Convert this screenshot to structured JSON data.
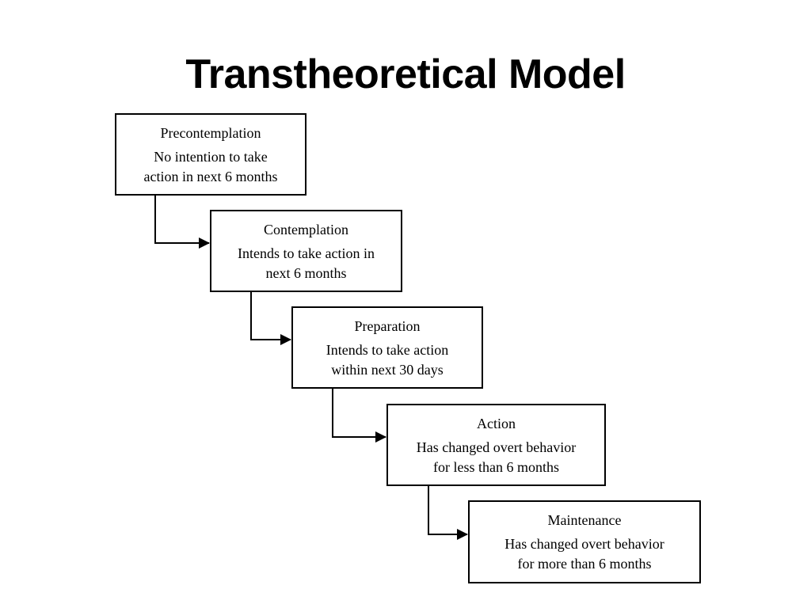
{
  "slide": {
    "title": "Transtheoretical Model"
  },
  "stages": [
    {
      "name": "Precontemplation",
      "desc_line1": "No intention to take",
      "desc_line2": "action in next 6 months"
    },
    {
      "name": "Contemplation",
      "desc_line1": "Intends to take action in",
      "desc_line2": "next 6 months"
    },
    {
      "name": "Preparation",
      "desc_line1": "Intends to take action",
      "desc_line2": "within next 30 days"
    },
    {
      "name": "Action",
      "desc_line1": "Has changed overt behavior",
      "desc_line2": "for less than 6 months"
    },
    {
      "name": "Maintenance",
      "desc_line1": "Has changed overt behavior",
      "desc_line2": "for more than 6 months"
    }
  ],
  "colors": {
    "line": "#000000",
    "background": "#ffffff"
  }
}
